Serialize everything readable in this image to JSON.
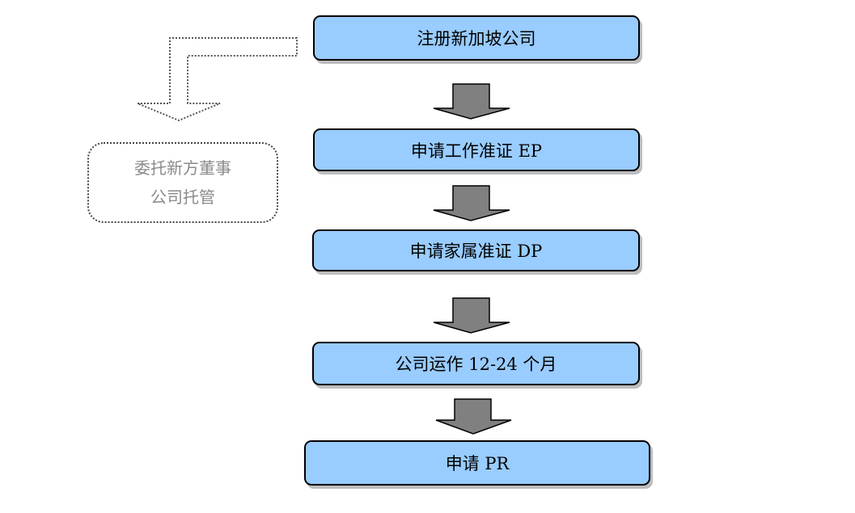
{
  "steps": [
    {
      "label": "注册新加坡公司"
    },
    {
      "label": "申请工作准证 EP"
    },
    {
      "label": "申请家属准证 DP"
    },
    {
      "label": "公司运作 12-24 个月"
    },
    {
      "label": "申请 PR"
    }
  ],
  "side_box": {
    "line1": "委托新方董事",
    "line2": "公司托管"
  },
  "colors": {
    "box_fill": "#99ccff",
    "arrow_fill": "#808080",
    "side_text": "#8a8a8a"
  }
}
